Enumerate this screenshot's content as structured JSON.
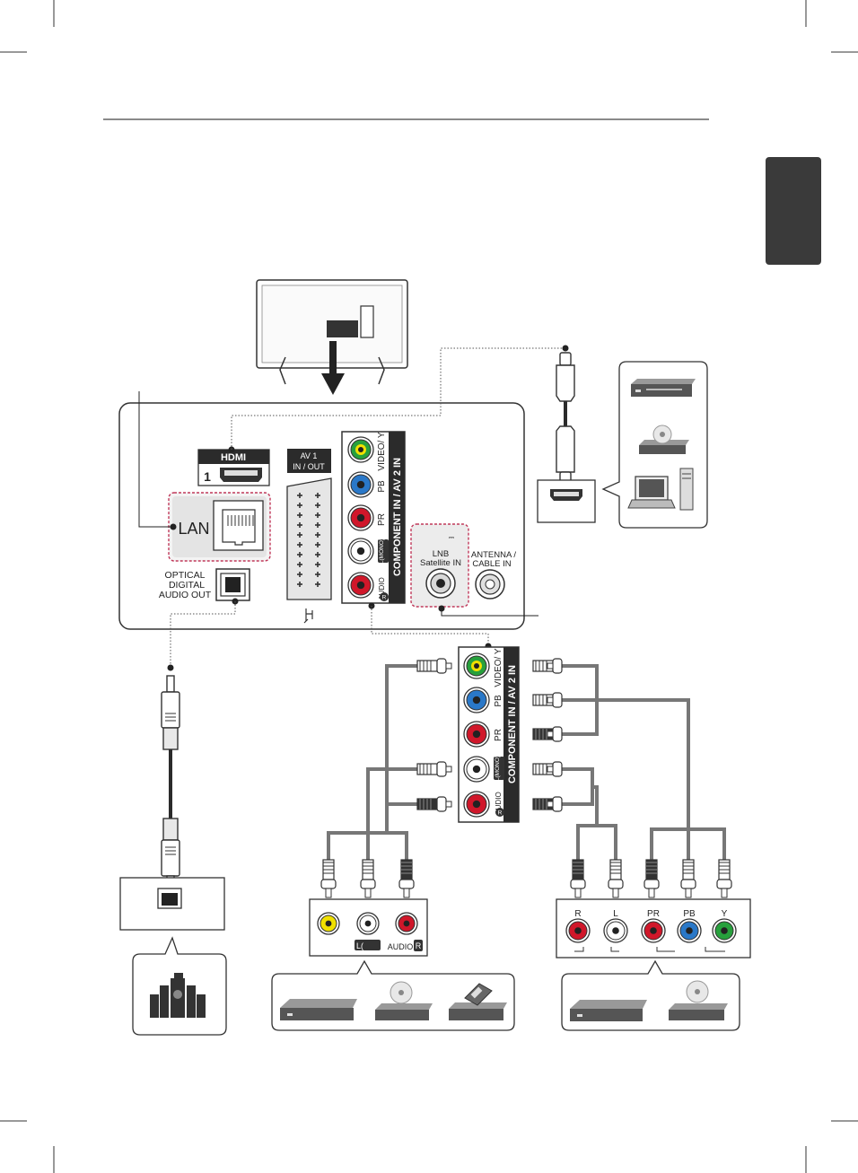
{
  "hdmi_panel": {
    "logo": "HDMI",
    "port_number": "1"
  },
  "scart_panel": {
    "label_line1": "AV 1",
    "label_line2": "IN / OUT"
  },
  "lan_panel": {
    "label": "LAN"
  },
  "optical_panel": {
    "line1": "OPTICAL",
    "line2": "DIGITAL",
    "line3": "AUDIO OUT"
  },
  "component_panel": {
    "title": "COMPONENT IN / AV 2 IN",
    "video_y": "VIDEO/ Y",
    "pb": "PB",
    "pr": "PR",
    "mono": "L(MONO)",
    "audio": "AUDIO",
    "audio_r": "R"
  },
  "satellite_panel": {
    "line1": "LNB",
    "line2": "Satellite IN",
    "power_glyph": "⎓"
  },
  "antenna_panel": {
    "line1": "ANTENNA /",
    "line2": "CABLE IN"
  },
  "composite_device_labels": {
    "l": "L(",
    "audio": "AUDIO",
    "r": "R"
  },
  "component_device_labels": {
    "r": "R",
    "l": "L",
    "pr": "PR",
    "pb": "PB",
    "y": "Y"
  },
  "colors": {
    "green": "#27a03c",
    "blue": "#2a78c8",
    "red": "#d0172a",
    "yellow": "#f0e000",
    "white": "#ffffff",
    "panel": "#ececec",
    "outline": "#333333",
    "lan_dash": "#c0395a"
  }
}
